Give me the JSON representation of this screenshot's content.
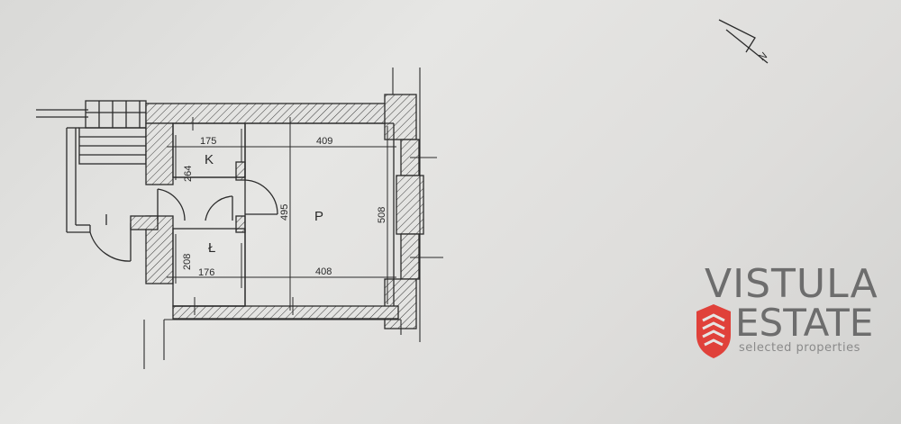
{
  "rooms": {
    "kitchen": "K",
    "bathroom": "Ł",
    "main_room": "P"
  },
  "dimensions": {
    "kitchen_width": "175",
    "kitchen_depth": "264",
    "room_width_top": "409",
    "room_width_bottom": "408",
    "room_depth_left": "495",
    "room_depth_right": "508",
    "bath_depth": "208",
    "bath_width": "176"
  },
  "north_label": "N",
  "logo": {
    "line1": "VISTULA",
    "line2": "ESTATE",
    "tagline": "selected properties",
    "mark_color": "#e0413a"
  }
}
